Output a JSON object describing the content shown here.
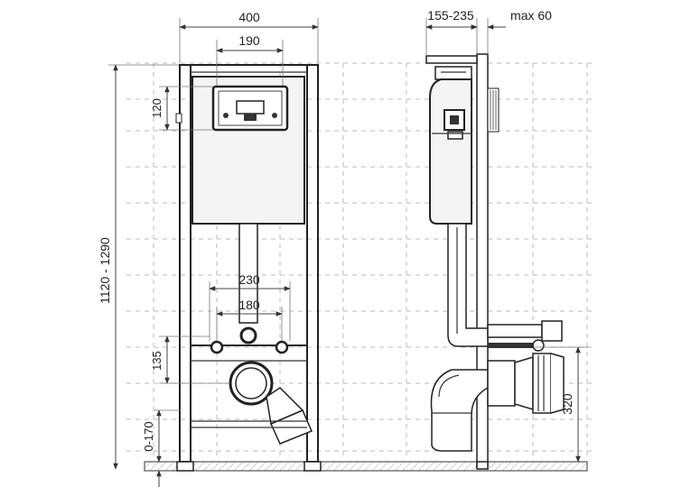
{
  "front_view": {
    "dim_width_total": "400",
    "dim_width_plate": "190",
    "dim_plate_height": "120",
    "dim_studs_outer": "230",
    "dim_studs_inner": "180",
    "dim_studs_height": "135",
    "dim_foot_height": "0-170",
    "dim_total_height": "1120 - 1290"
  },
  "side_view": {
    "dim_depth": "155-235",
    "dim_max": "max 60",
    "dim_outlet_height": "320"
  }
}
